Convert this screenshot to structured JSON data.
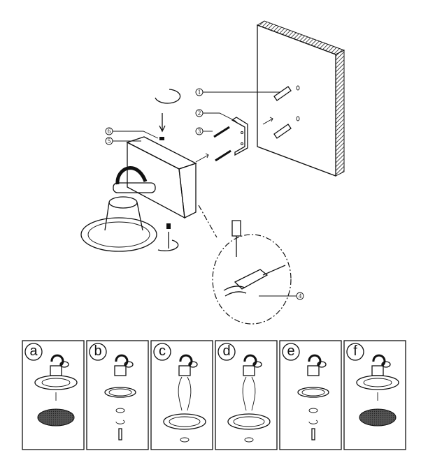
{
  "main_diagram": {
    "callouts": [
      {
        "id": "callout-1",
        "label": "1"
      },
      {
        "id": "callout-2",
        "label": "2"
      },
      {
        "id": "callout-3",
        "label": "3"
      },
      {
        "id": "callout-6",
        "label": "6"
      },
      {
        "id": "callout-5",
        "label": "5"
      },
      {
        "id": "callout-4",
        "label": "4"
      }
    ]
  },
  "steps": [
    {
      "label": "a"
    },
    {
      "label": "b"
    },
    {
      "label": "c"
    },
    {
      "label": "d"
    },
    {
      "label": "e"
    },
    {
      "label": "f"
    }
  ],
  "colors": {
    "line": "#111111",
    "filter": "#444444"
  }
}
